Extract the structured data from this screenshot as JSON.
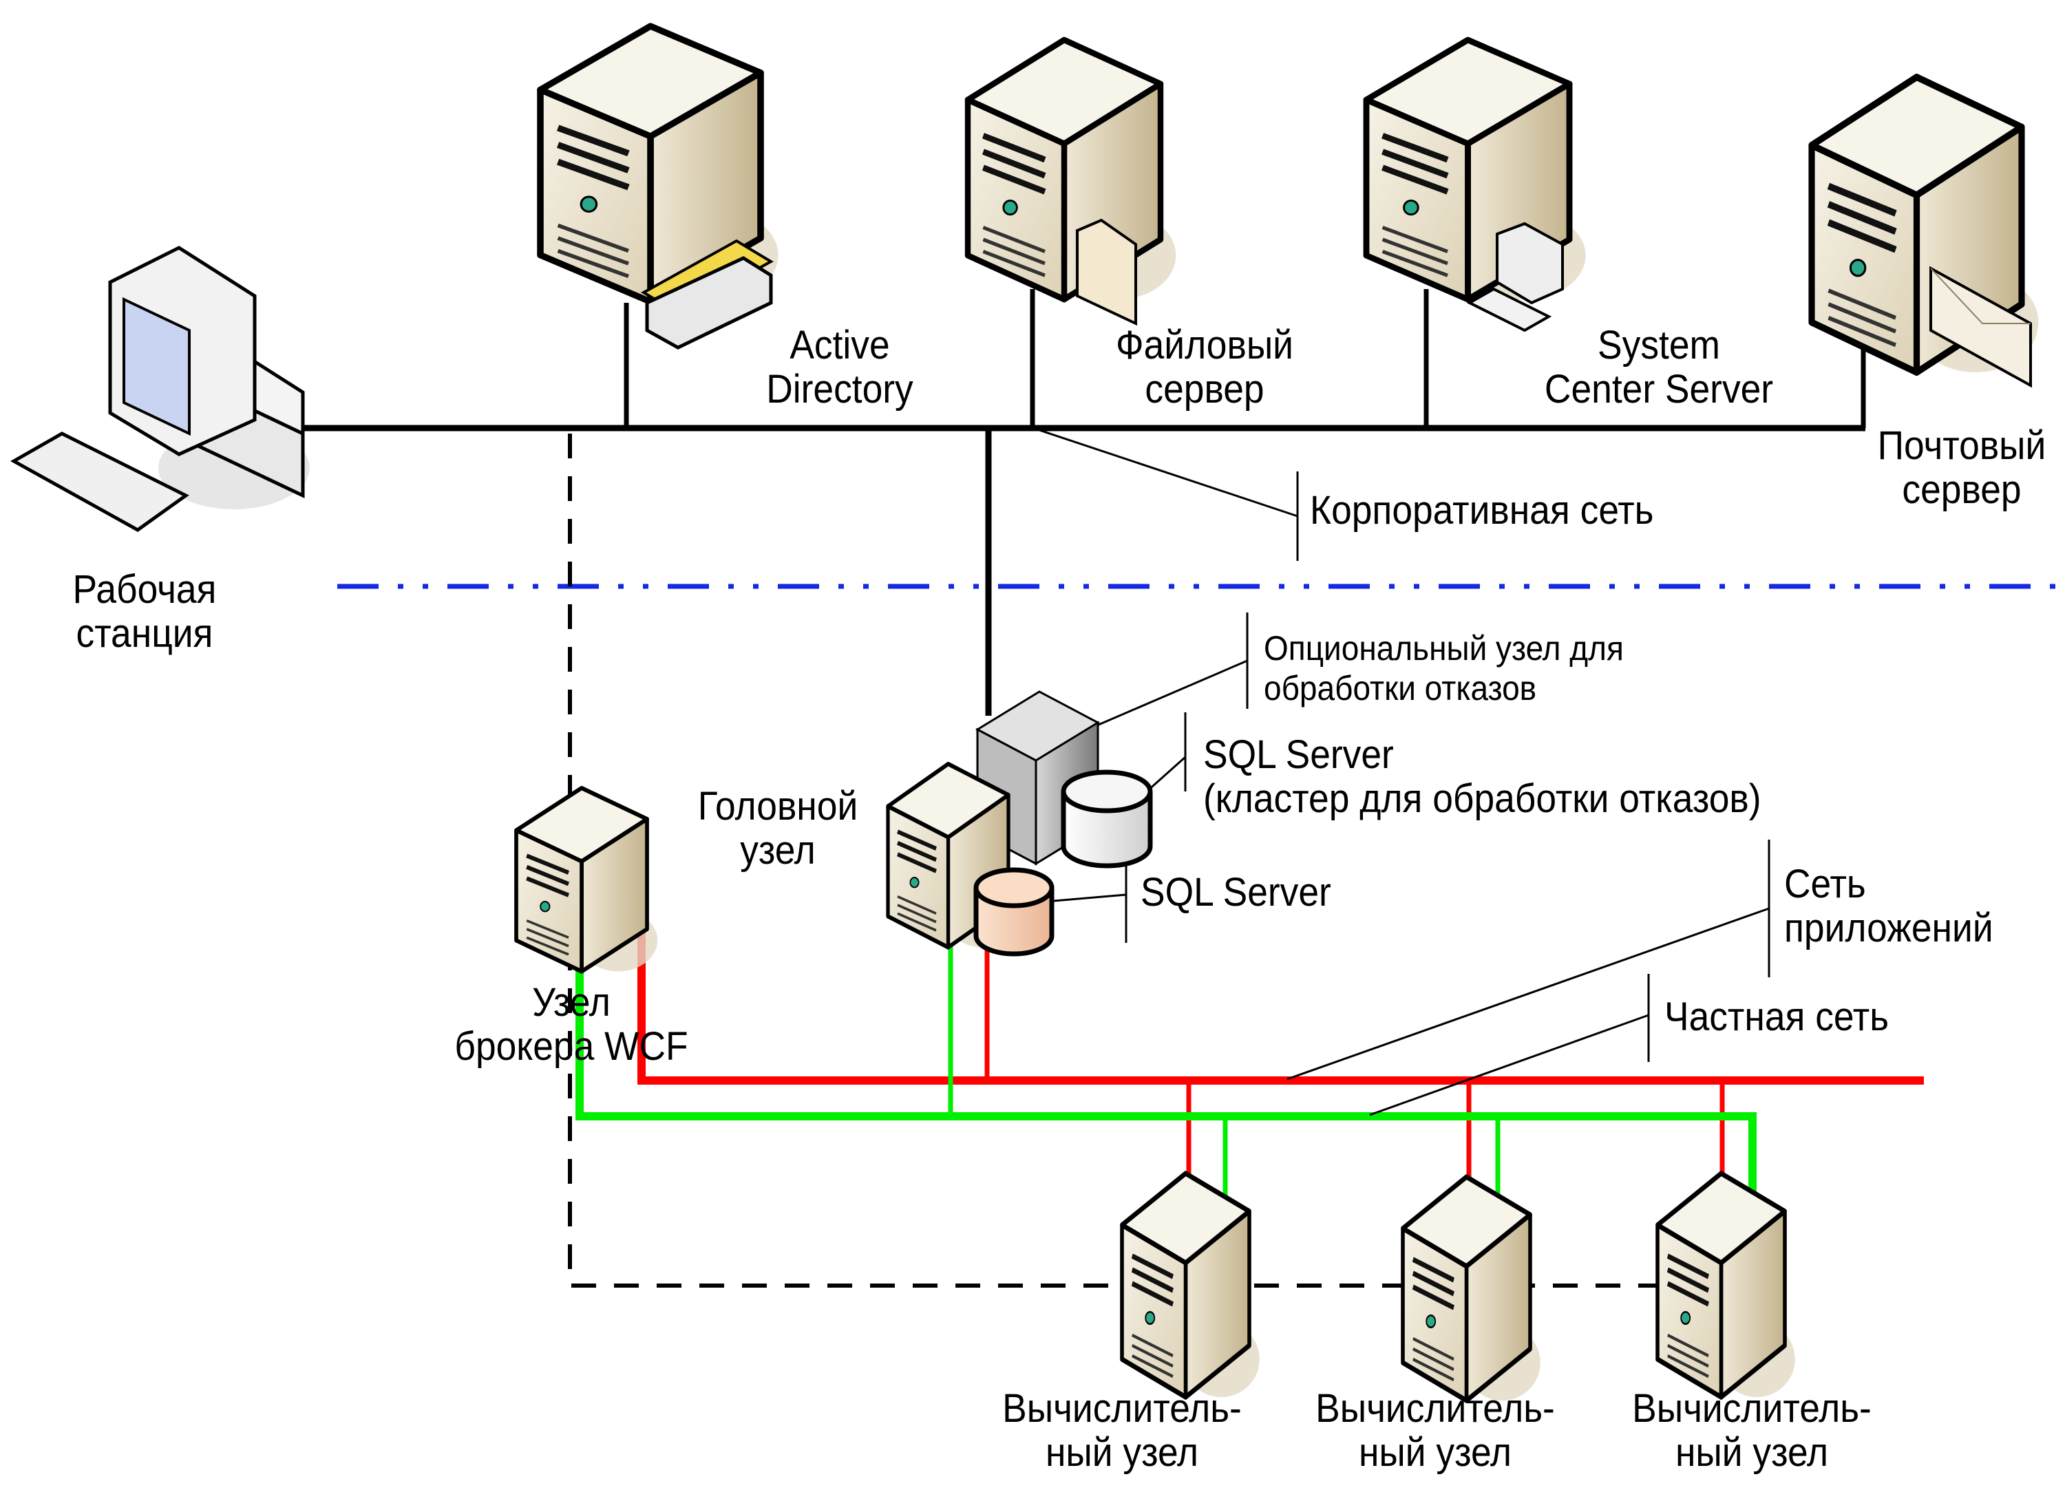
{
  "diagram": {
    "title": "",
    "colors": {
      "corporate_network": "#000000",
      "application_network": "#ff0000",
      "private_network": "#00ee00",
      "boundary": "#1020e0",
      "dashed_link": "#000000",
      "server_body": "#e9e0c8",
      "server_side": "#cdbf9c",
      "failover_node": "#9a9a9a",
      "sql_disk_main": "#f6cfb0",
      "sql_disk_cluster": "#e8e8e8"
    },
    "nodes": {
      "workstation": {
        "lines": [
          "Рабочая",
          "станция"
        ]
      },
      "active_directory": {
        "lines": [
          "Active",
          "Directory"
        ]
      },
      "file_server": {
        "lines": [
          "Файловый",
          "сервер"
        ]
      },
      "system_center": {
        "lines": [
          "System",
          "Center Server"
        ]
      },
      "mail_server": {
        "lines": [
          "Почтовый",
          "сервер"
        ]
      },
      "head_node": {
        "lines": [
          "Головной",
          "узел"
        ]
      },
      "wcf_broker": {
        "lines": [
          "Узел",
          "брокера WCF"
        ]
      },
      "compute_nodes": [
        {
          "lines": [
            "Вычислитель-",
            "ный узел"
          ]
        },
        {
          "lines": [
            "Вычислитель-",
            "ный узел"
          ]
        },
        {
          "lines": [
            "Вычислитель-",
            "ный узел"
          ]
        }
      ]
    },
    "callouts": {
      "corporate_network": {
        "lines": [
          "Корпоративная сеть"
        ]
      },
      "failover_node": {
        "lines": [
          "Опциональный узел для",
          "обработки отказов"
        ]
      },
      "sql_cluster": {
        "lines": [
          "SQL Server",
          "(кластер для обработки отказов)"
        ]
      },
      "sql_server": {
        "lines": [
          "SQL Server"
        ]
      },
      "application_network": {
        "lines": [
          "Сеть",
          "приложений"
        ]
      },
      "private_network": {
        "lines": [
          "Частная сеть"
        ]
      }
    }
  }
}
